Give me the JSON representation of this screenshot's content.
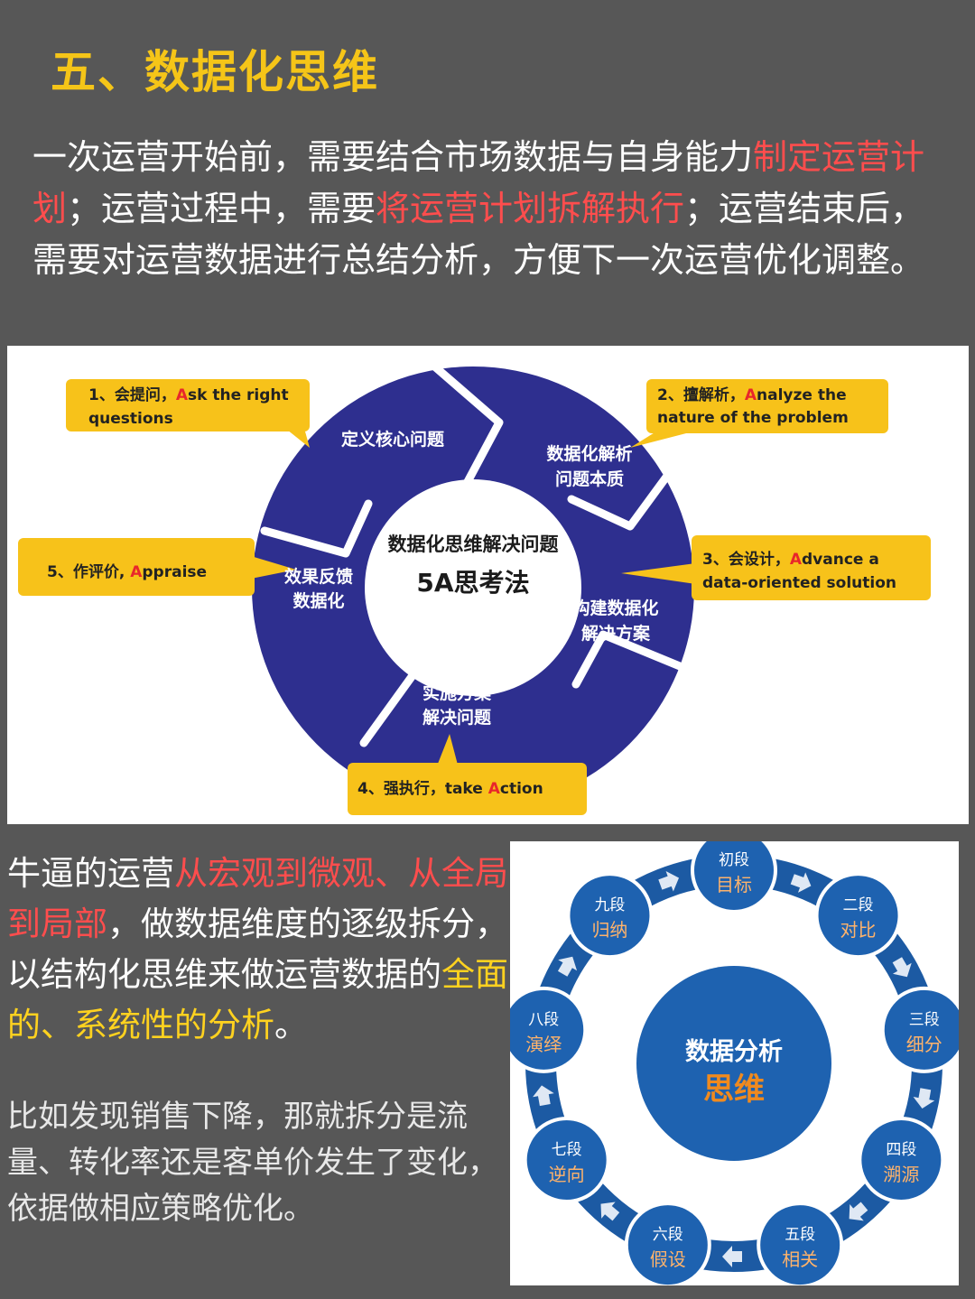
{
  "title": "五、数据化思维",
  "intro": {
    "p1": "一次运营开始前，需要结合市场数据与自身能力",
    "h1": "制定运营计划",
    "p2": "；运营过程中，需要",
    "h2": "将运营计划拆解执行",
    "p3": "；运营结束后，需要对运营数据进行总结分析，方便下一次运营优化调整。"
  },
  "diagram1": {
    "center_line1": "数据化思维解决问题",
    "center_line2": "5A思考法",
    "segments": [
      {
        "line1": "定义核心问题",
        "line2": ""
      },
      {
        "line1": "数据化解析",
        "line2": "问题本质"
      },
      {
        "line1": "构建数据化",
        "line2": "解决方案"
      },
      {
        "line1": "实施方案",
        "line2": "解决问题"
      },
      {
        "line1": "效果反馈",
        "line2": "数据化"
      }
    ],
    "callouts": [
      {
        "prefix": "1、会提问，",
        "letter": "A",
        "rest": "sk  the right",
        "line2": "questions"
      },
      {
        "prefix": "2、擅解析，",
        "letter": "A",
        "rest": "nalyze the",
        "line2": "nature of the problem"
      },
      {
        "prefix": "3、会设计，",
        "letter": "A",
        "rest": "dvance a",
        "line2": "data-oriented solution"
      },
      {
        "prefix": "4、强执行，take ",
        "letter": "A",
        "rest": "ction",
        "line2": ""
      },
      {
        "prefix": "5、作评价, ",
        "letter": "A",
        "rest": "ppraise",
        "line2": ""
      }
    ],
    "colors": {
      "ring": "#2e2f8f",
      "callout": "#f7c21a",
      "accent": "#e8262b"
    }
  },
  "section2": {
    "p1": "牛逼的运营",
    "h1": "从宏观到微观、从全局到局部",
    "p2": "，做数据维度的逐级拆分，以结构化思维来做运营数据的",
    "h2": "全面的、系统性的分析",
    "p3": "。"
  },
  "section3": {
    "text": "比如发现销售下降，那就拆分是流量、转化率还是客单价发生了变化，依据做相应策略优化。"
  },
  "diagram2": {
    "center_line1": "数据分析",
    "center_line2": "思维",
    "nodes": [
      {
        "stage": "初段",
        "name": "目标"
      },
      {
        "stage": "二段",
        "name": "对比"
      },
      {
        "stage": "三段",
        "name": "细分"
      },
      {
        "stage": "四段",
        "name": "溯源"
      },
      {
        "stage": "五段",
        "name": "相关"
      },
      {
        "stage": "六段",
        "name": "假设"
      },
      {
        "stage": "七段",
        "name": "逆向"
      },
      {
        "stage": "八段",
        "name": "演绎"
      },
      {
        "stage": "九段",
        "name": "归纳"
      }
    ],
    "colors": {
      "ring": "#1c5aa3",
      "node": "#1e62b0",
      "center_text2": "#f08a1e"
    }
  }
}
